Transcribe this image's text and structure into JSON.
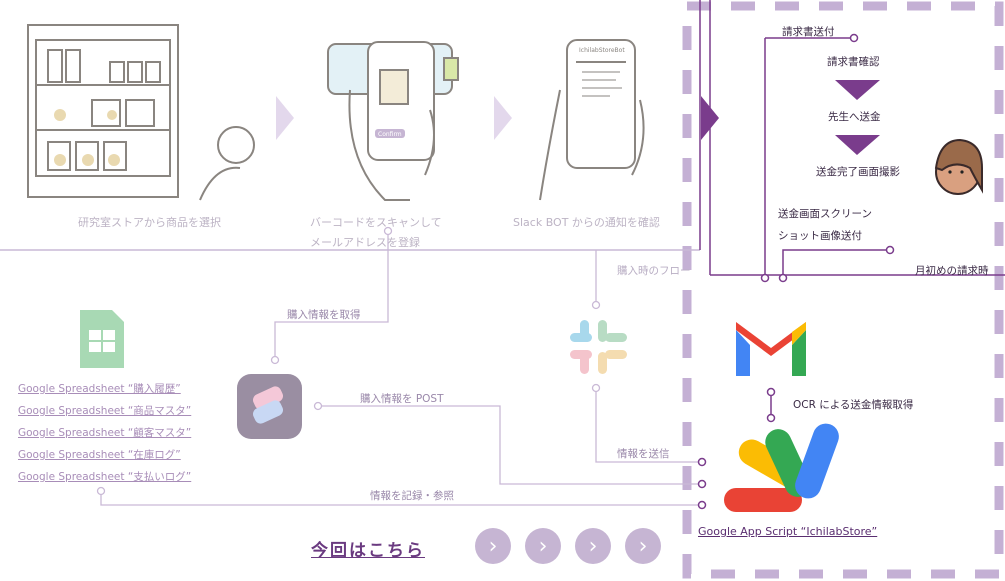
{
  "purchase_flow": {
    "section_label": "購入時のフロー",
    "steps": [
      {
        "caption": "研究室ストアから商品を選択"
      },
      {
        "caption_line1": "バーコードをスキャンして",
        "caption_line2": "メールアドレスを登録"
      },
      {
        "caption": "Slack BOT からの通知を確認"
      }
    ],
    "phone_button": "Confirm",
    "slack_card_title": "IchilabStoreBot"
  },
  "monthly_flow": {
    "section_label": "月初めの請求時",
    "invoice_send": "請求書送付",
    "invoice_confirm": "請求書確認",
    "remit": "先生へ送金",
    "screenshot": "送金完了画面撮影",
    "screen_send_line1": "送金画面スクリーン",
    "screen_send_line2": "ショット画像送付"
  },
  "connections": {
    "get_purchase": "購入情報を取得",
    "post_purchase": "購入情報を POST",
    "send_info": "情報を送信",
    "record_ref": "情報を記録・参照",
    "ocr": "OCR による送金情報取得"
  },
  "spreadsheets": [
    "Google Spreadsheet “購入履歴”",
    "Google Spreadsheet “商品マスタ”",
    "Google Spreadsheet “顧客マスタ”",
    "Google Spreadsheet “在庫ログ”",
    "Google Spreadsheet “支払いログ”"
  ],
  "gas_label": "Google App Script “IchilabStore”",
  "cta": {
    "label": "今回はこちら",
    "buttons": [
      "›",
      "›",
      "›",
      "›"
    ]
  },
  "colors": {
    "accent": "#7a3c8c",
    "faint_line": "#c9b9d6",
    "dash": "#c4b0d4",
    "button": "#c6b5d3"
  }
}
